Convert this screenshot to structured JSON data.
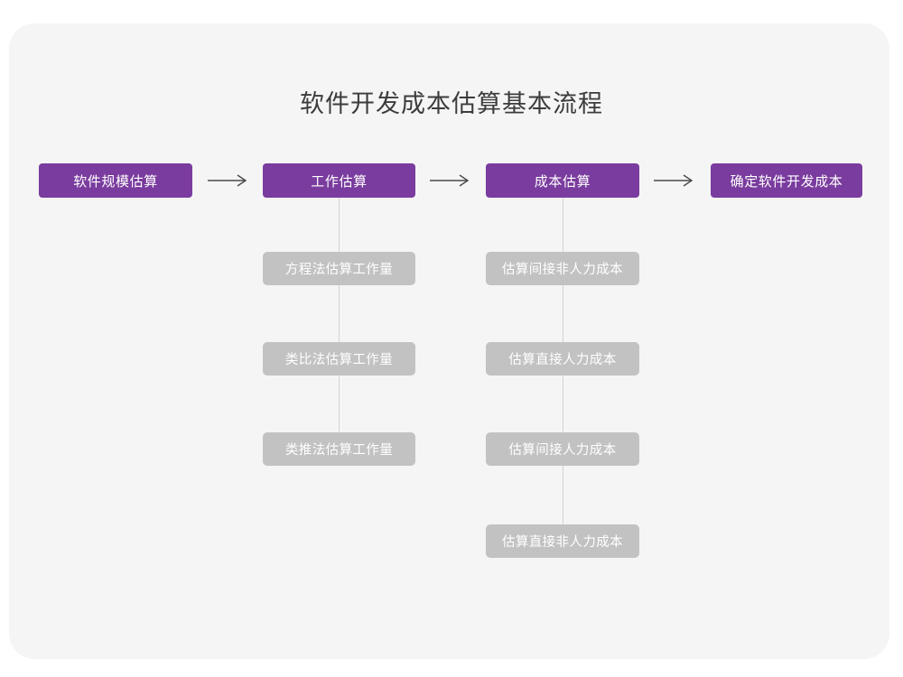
{
  "diagram": {
    "title": "软件开发成本估算基本流程",
    "colors": {
      "canvas_background": "#ffffff",
      "card_background": "#f5f5f5",
      "primary_node": "#7a3c9e",
      "secondary_node": "#c2c2c2",
      "node_text": "#ffffff",
      "title_text": "#3c3c3c",
      "connector_line": "#d4d4d4",
      "arrow": "#4a4a4a"
    },
    "main_flow": [
      {
        "label": "软件规模估算"
      },
      {
        "label": "工作估算"
      },
      {
        "label": "成本估算"
      },
      {
        "label": "确定软件开发成本"
      }
    ],
    "arrows": [
      {
        "icon": "arrow-right-icon",
        "glyph": "→"
      },
      {
        "icon": "arrow-right-icon",
        "glyph": "→"
      },
      {
        "icon": "arrow-right-icon",
        "glyph": "→"
      }
    ],
    "sub_flows": [
      {
        "parent": "工作估算",
        "items": [
          {
            "label": "方程法估算工作量"
          },
          {
            "label": "类比法估算工作量"
          },
          {
            "label": "类推法估算工作量"
          }
        ]
      },
      {
        "parent": "成本估算",
        "items": [
          {
            "label": "估算间接非人力成本"
          },
          {
            "label": "估算直接人力成本"
          },
          {
            "label": "估算间接人力成本"
          },
          {
            "label": "估算直接非人力成本"
          }
        ]
      }
    ]
  }
}
